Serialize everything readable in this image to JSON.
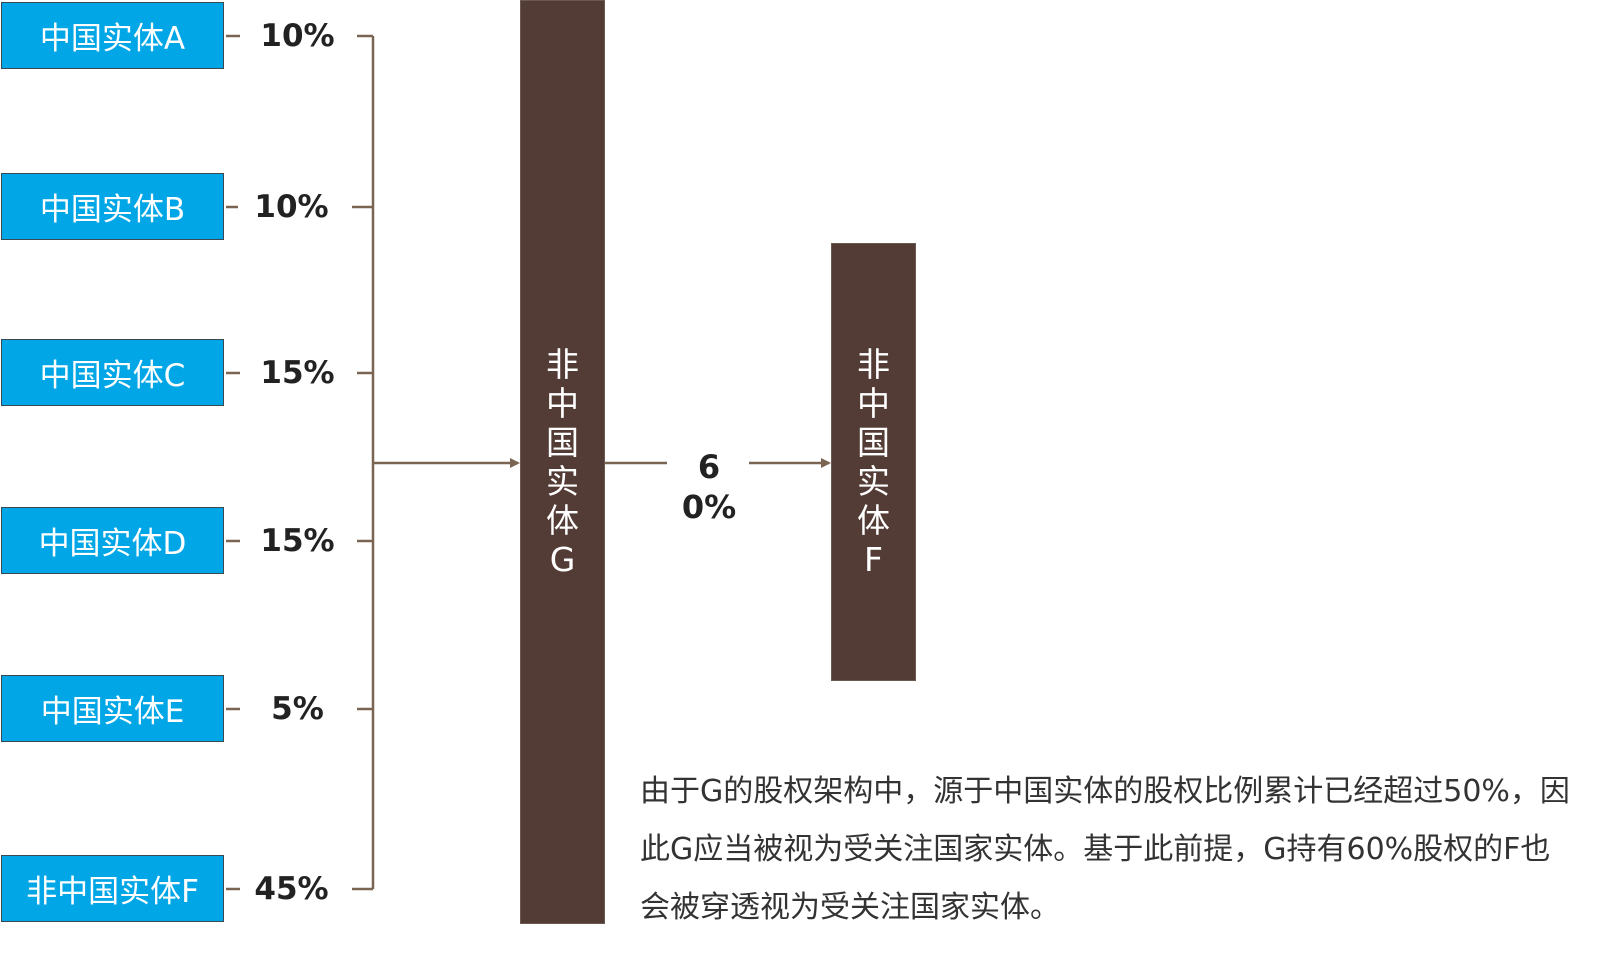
{
  "entities": [
    {
      "label": "中国实体A",
      "percent": "10%"
    },
    {
      "label": "中国实体B",
      "percent": "10%"
    },
    {
      "label": "中国实体C",
      "percent": "15%"
    },
    {
      "label": "中国实体D",
      "percent": "15%"
    },
    {
      "label": "中国实体E",
      "percent": "5%"
    },
    {
      "label": "非中国实体F",
      "percent": "45%"
    }
  ],
  "entity_g": {
    "label": "非中国实体G"
  },
  "entity_f": {
    "label": "非中国实体F"
  },
  "g_to_f_percent": "60%",
  "note": "由于G的股权架构中，源于中国实体的股权比例累计已经超过50%，因此G应当被视为受关注国家实体。基于此前提，G持有60%股权的F也会被穿透视为受关注国家实体。",
  "colors": {
    "entity_box": "#00a6e6",
    "column_box": "#533b36",
    "connector": "#7a6553"
  }
}
